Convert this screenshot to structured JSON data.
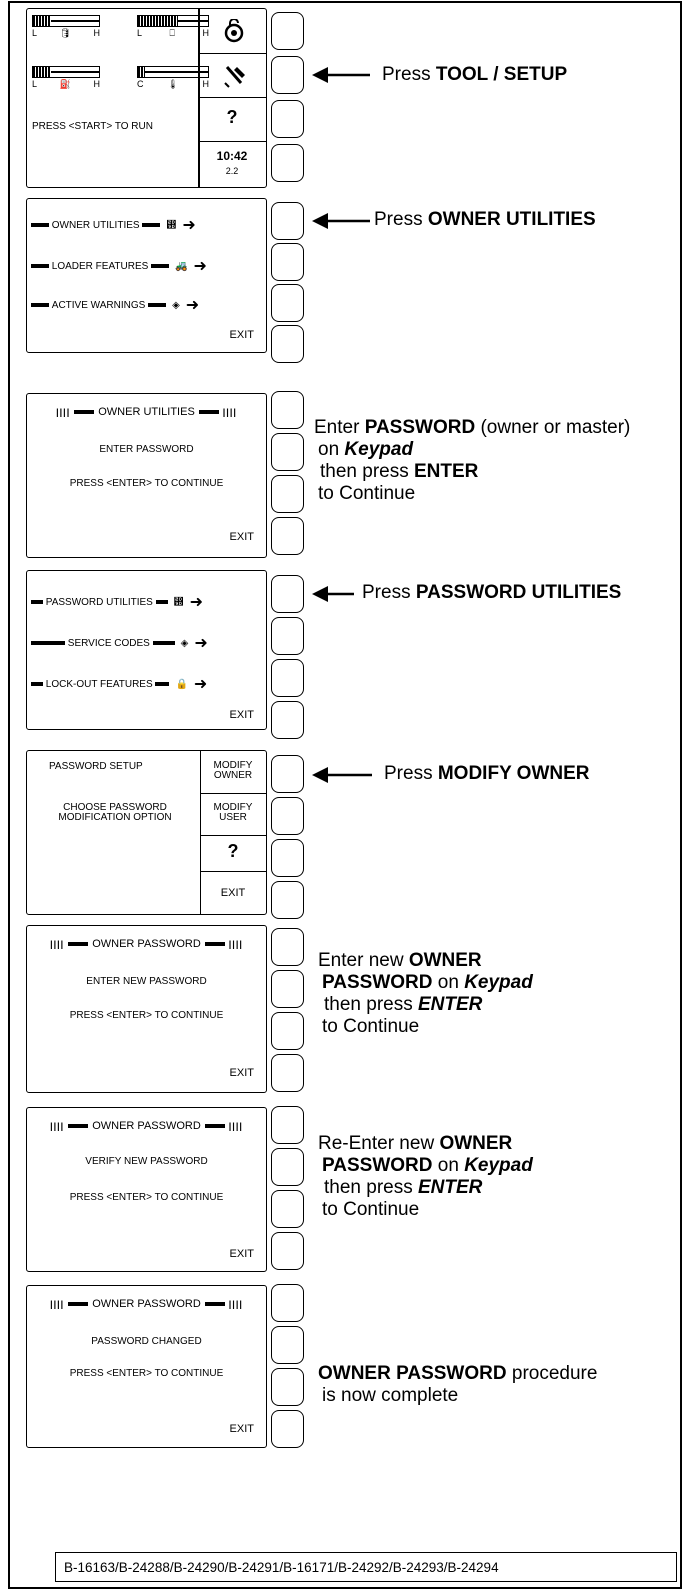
{
  "main_screen": {
    "start_text": "PRESS <START> TO RUN",
    "help_label": "?",
    "time": "10:42",
    "version": "2.2",
    "gauges": [
      {
        "left": "L",
        "right": "H"
      },
      {
        "left": "L",
        "right": "H"
      },
      {
        "left": "L",
        "right": "H"
      },
      {
        "left": "C",
        "right": "H"
      }
    ]
  },
  "setup_menu": {
    "items": [
      "OWNER UTILITIES",
      "LOADER FEATURES",
      "ACTIVE WARNINGS"
    ],
    "exit_label": "EXIT"
  },
  "enter_password": {
    "header": "OWNER UTILITIES",
    "line1": "ENTER PASSWORD",
    "line2": "PRESS <ENTER> TO CONTINUE",
    "exit_label": "EXIT"
  },
  "owner_utilities_menu": {
    "items": [
      "PASSWORD UTILITIES",
      "SERVICE CODES",
      "LOCK-OUT FEATURES"
    ],
    "exit_label": "EXIT"
  },
  "password_setup": {
    "title": "PASSWORD SETUP",
    "instruction_line1": "CHOOSE PASSWORD",
    "instruction_line2": "MODIFICATION OPTION",
    "modify_owner_line1": "MODIFY",
    "modify_owner_line2": "OWNER",
    "modify_user_line1": "MODIFY",
    "modify_user_line2": "USER",
    "help_label": "?",
    "exit_label": "EXIT"
  },
  "new_password": {
    "header": "OWNER PASSWORD",
    "line1": "ENTER NEW PASSWORD",
    "line2": "PRESS <ENTER> TO CONTINUE",
    "exit_label": "EXIT"
  },
  "verify_password": {
    "header": "OWNER PASSWORD",
    "line1": "VERIFY NEW PASSWORD",
    "line2": "PRESS <ENTER> TO CONTINUE",
    "exit_label": "EXIT"
  },
  "password_changed": {
    "header": "OWNER PASSWORD",
    "line1": "PASSWORD CHANGED",
    "line2": "PRESS <ENTER> TO CONTINUE",
    "exit_label": "EXIT"
  },
  "instructions": {
    "step1": {
      "pre": "Press ",
      "bold": "TOOL / SETUP"
    },
    "step2": {
      "pre": "Press ",
      "bold": "OWNER UTILITIES"
    },
    "step3": {
      "l1_pre": "Enter ",
      "l1_bold": "PASSWORD",
      "l1_post": " (owner or master)",
      "l2_pre": "on ",
      "l2_em": "Keypad",
      "l3_pre": "then press ",
      "l3_bold": "ENTER",
      "l4": "to Continue"
    },
    "step4": {
      "pre": "Press ",
      "bold": "PASSWORD UTILITIES"
    },
    "step5": {
      "pre": "Press ",
      "bold": "MODIFY OWNER"
    },
    "step6": {
      "l1_pre": "Enter new ",
      "l1_bold": "OWNER",
      "l2_bold": "PASSWORD",
      "l2_mid": " on ",
      "l2_em": "Keypad",
      "l3_pre": "then press ",
      "l3_em": "ENTER",
      "l4": "to Continue"
    },
    "step7": {
      "l1_pre": "Re-Enter new ",
      "l1_bold": "OWNER",
      "l2_bold": "PASSWORD",
      "l2_mid": " on ",
      "l2_em": "Keypad",
      "l3_pre": "then press ",
      "l3_em": "ENTER",
      "l4": "to Continue"
    },
    "step8": {
      "l1_bold": "OWNER PASSWORD",
      "l1_post": " procedure",
      "l2": "is now complete"
    }
  },
  "footer": {
    "codes": "B-16163/B-24288/B-24290/B-24291/B-16171/B-24292/B-24293/B-24294"
  }
}
